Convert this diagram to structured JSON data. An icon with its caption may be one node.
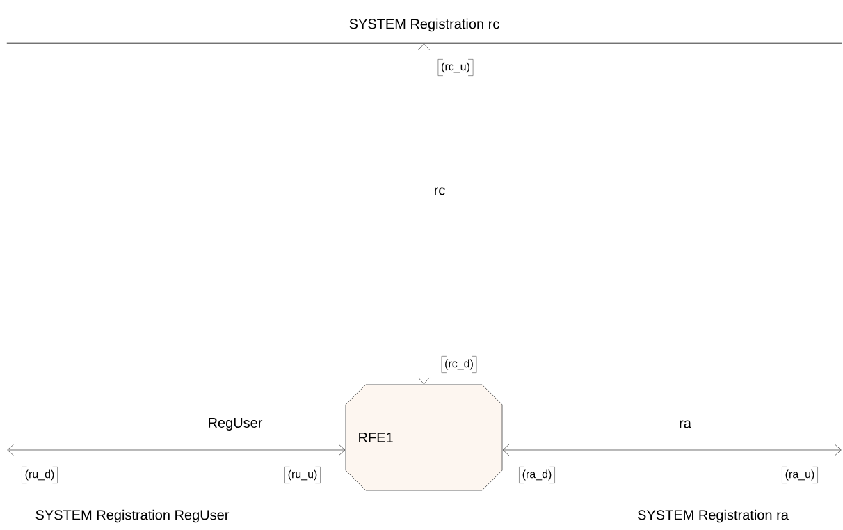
{
  "diagram": {
    "nodes": [
      {
        "text": [
          "SYSTEM Registration rc"
        ]
      },
      {
        "text": [
          "RFE1"
        ]
      }
    ],
    "edges": [
      {
        "from": 0,
        "to": 1,
        "arrow": "both",
        "label": "rc"
      },
      {
        "from": null,
        "to": 1,
        "arrow": "both",
        "label": "RegUser"
      },
      {
        "from": 1,
        "to": null,
        "arrow": "both",
        "label": "ra"
      }
    ],
    "labels": [
      "(rc_u)",
      "(rc_d)",
      "(ru_d)",
      "(ru_u)",
      "(ra_d)",
      "(ra_u)",
      "SYSTEM Registration RegUser",
      "SYSTEM Registration ra"
    ]
  }
}
